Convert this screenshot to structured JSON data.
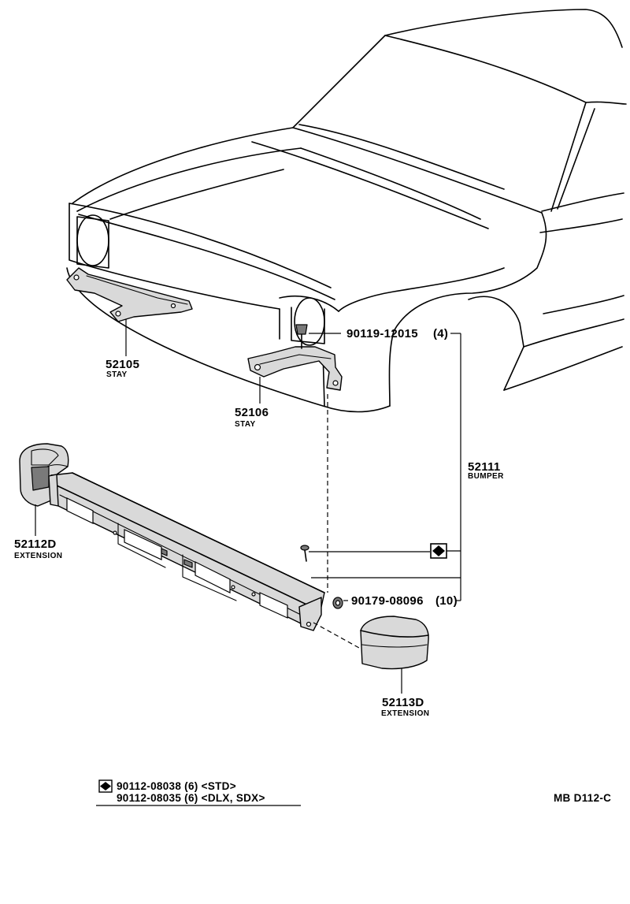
{
  "diagram": {
    "drawing_code": "MB D112-C",
    "parts": {
      "stay_rh": {
        "number": "52105",
        "name": "STAY"
      },
      "stay_lh": {
        "number": "52106",
        "name": "STAY"
      },
      "bolt": {
        "number": "90119-12015",
        "qty": "(4)"
      },
      "bumper": {
        "number": "52111",
        "name": "BUMPER"
      },
      "ext_left": {
        "number": "52112D",
        "name": "EXTENSION"
      },
      "nut": {
        "number": "90179-08096",
        "qty": "(10)"
      },
      "ext_right": {
        "number": "52113D",
        "name": "EXTENSION"
      }
    },
    "legend": {
      "line1": "90112-08038 (6) <STD>",
      "line2": "90112-08035 (6) <DLX, SDX>"
    }
  }
}
